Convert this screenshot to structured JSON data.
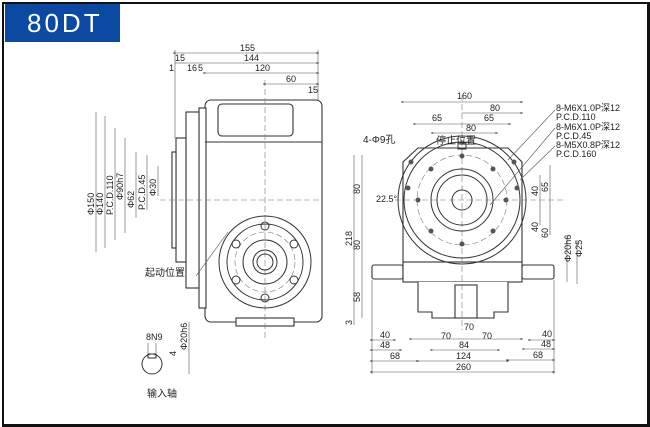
{
  "title": "80DT",
  "side_view": {
    "top_dims": [
      "155",
      "15",
      "144",
      "1",
      "16",
      "5",
      "120",
      "60",
      "15"
    ],
    "left_dims": [
      "Φ150",
      "Φ140",
      "P.C.D.110",
      "Φ90h7",
      "Φ62",
      "P.C.D.45",
      "Φ30"
    ],
    "start_position_label": "起动位置"
  },
  "input_shaft": {
    "key_width": "8N9",
    "key_depth": "4",
    "diameter": "Φ20h6",
    "label": "输入轴"
  },
  "front_view": {
    "top_dims": [
      "160",
      "80",
      "65",
      "65",
      "80"
    ],
    "hole_label": "4-Φ9孔",
    "stop_position_label": "停止位置",
    "angle": "22.5°",
    "thread_notes": [
      "8-M6X1.0P深12",
      "P.C.D.110",
      "8-M6X1.0P深12",
      "P.C.D.45",
      "8-M5X0.8P深12",
      "P.C.D.160"
    ],
    "left_dims": [
      "80",
      "218",
      "80",
      "58",
      "3"
    ],
    "right_dims": [
      "40",
      "65",
      "40",
      "60",
      "Φ20h6",
      "Φ25"
    ],
    "bottom_dims": [
      "70",
      "70",
      "70",
      "40",
      "48",
      "68",
      "84",
      "124",
      "40",
      "48",
      "68",
      "260"
    ]
  }
}
